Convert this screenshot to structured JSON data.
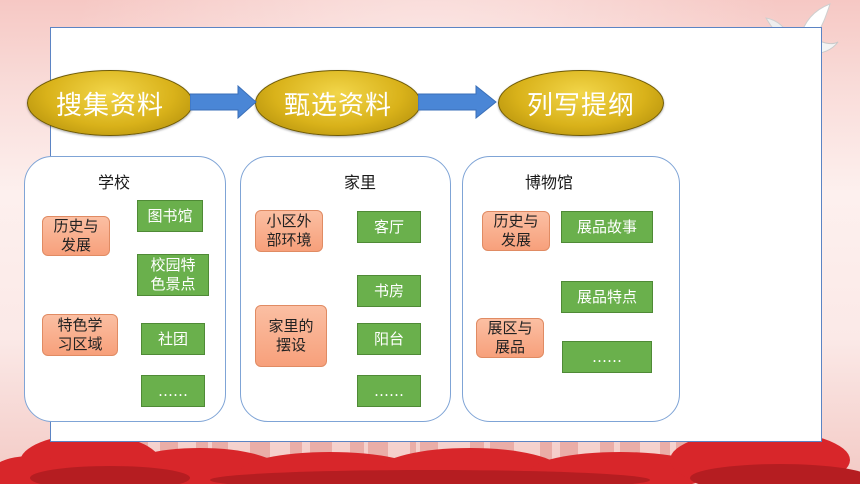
{
  "flow": {
    "steps": [
      "搜集资料",
      "甄选资料",
      "列写提纲"
    ]
  },
  "panels": [
    {
      "title": "学校",
      "topics": [
        "历史与\n发展",
        "特色学\n习区域"
      ],
      "items": [
        "图书馆",
        "校园特\n色景点",
        "社团",
        "……"
      ]
    },
    {
      "title": "家里",
      "topics": [
        "小区外\n部环境",
        "家里的\n摆设"
      ],
      "items": [
        "客厅",
        "书房",
        "阳台",
        "……"
      ]
    },
    {
      "title": "博物馆",
      "topics": [
        "历史与\n发展",
        "展区与\n展品"
      ],
      "items": [
        "展品故事",
        "展品特点",
        "……"
      ]
    }
  ],
  "colors": {
    "step_fill": "#d9b21a",
    "arrow": "#4a86d6",
    "topic_box": "#f7a07b",
    "item_box": "#6ab04c",
    "panel_border": "#7fa4d6"
  },
  "decorations": [
    "dove-icon",
    "city-skyline",
    "red-clouds"
  ]
}
